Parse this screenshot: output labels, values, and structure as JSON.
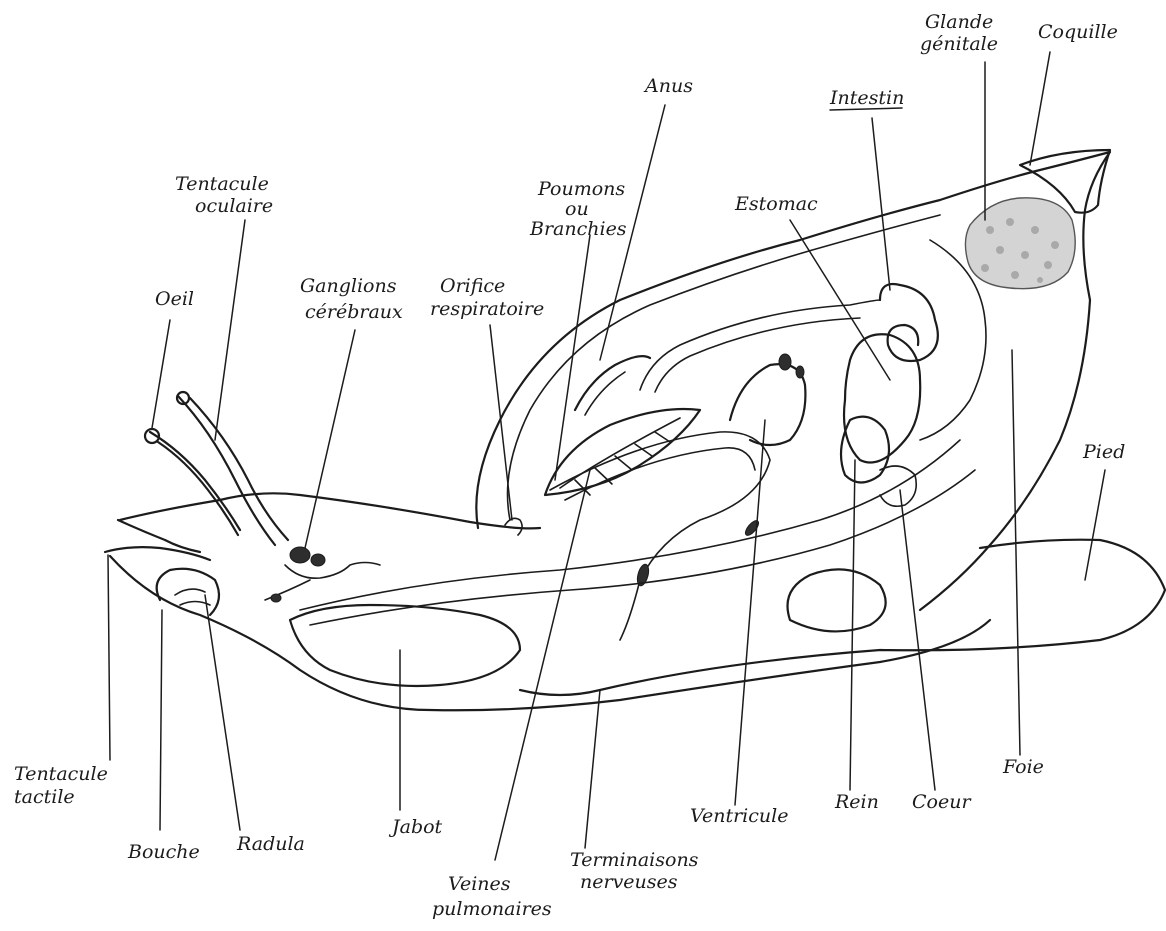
{
  "labels": {
    "glande_l1": "Glande",
    "glande_l2": "génitale",
    "coquille": "Coquille",
    "anus": "Anus",
    "intestin": "Intestin",
    "tentacule_oculaire_l1": "Tentacule",
    "tentacule_oculaire_l2": "oculaire",
    "poumons_l1": "Poumons",
    "poumons_l2": "ou",
    "poumons_l3": "Branchies",
    "estomac": "Estomac",
    "oeil": "Oeil",
    "ganglions_l1": "Ganglions",
    "ganglions_l2": "cérébraux",
    "orifice_l1": "Orifice",
    "orifice_l2": "respiratoire",
    "pied": "Pied",
    "tentacule_tactile_l1": "Tentacule",
    "tentacule_tactile_l2": "tactile",
    "bouche": "Bouche",
    "radula": "Radula",
    "jabot": "Jabot",
    "veines_l1": "Veines",
    "veines_l2": "pulmonaires",
    "terminaisons_l1": "Terminaisons",
    "terminaisons_l2": "nerveuses",
    "ventricule": "Ventricule",
    "rein": "Rein",
    "coeur": "Coeur",
    "foie": "Foie"
  }
}
